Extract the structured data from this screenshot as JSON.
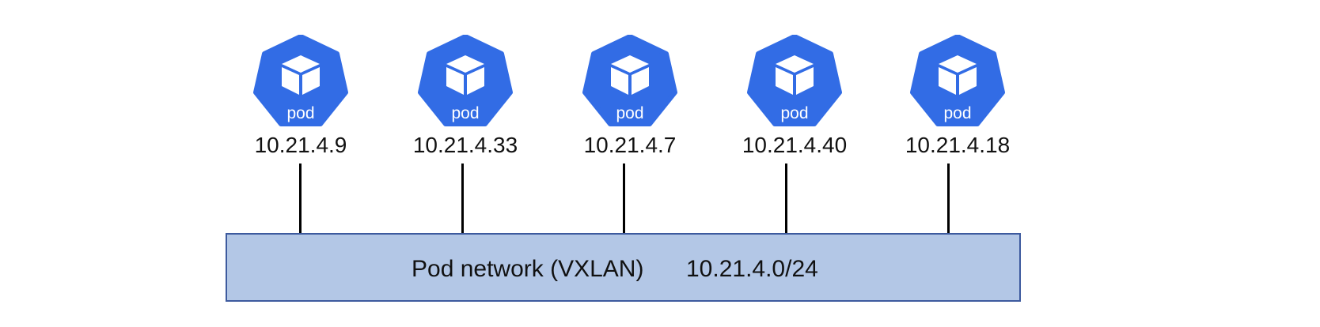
{
  "colors": {
    "pod_fill": "#326ce5",
    "network_fill": "#b3c7e6",
    "network_border": "#3d5a9e",
    "link": "#000000"
  },
  "pods": [
    {
      "label": "pod",
      "ip": "10.21.4.9",
      "icon": "kubernetes-pod-icon"
    },
    {
      "label": "pod",
      "ip": "10.21.4.33",
      "icon": "kubernetes-pod-icon"
    },
    {
      "label": "pod",
      "ip": "10.21.4.7",
      "icon": "kubernetes-pod-icon"
    },
    {
      "label": "pod",
      "ip": "10.21.4.40",
      "icon": "kubernetes-pod-icon"
    },
    {
      "label": "pod",
      "ip": "10.21.4.18",
      "icon": "kubernetes-pod-icon"
    }
  ],
  "network": {
    "name": "Pod network (VXLAN)",
    "cidr": "10.21.4.0/24"
  }
}
